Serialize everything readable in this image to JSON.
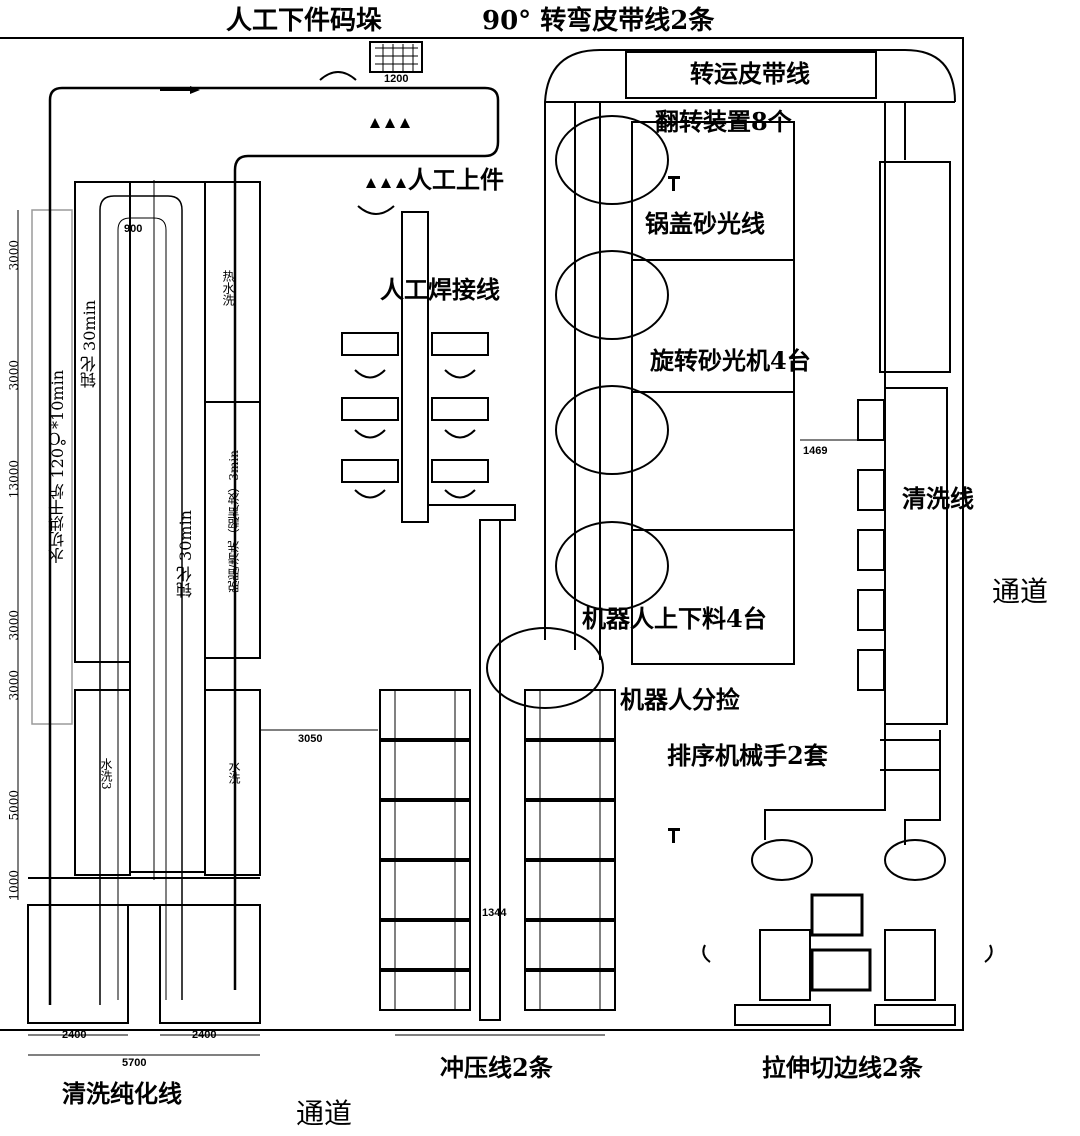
{
  "labels": {
    "top_left": "人工下件码垛",
    "top_right": "90° 转弯皮带线2条",
    "conveyor": "转运皮带线",
    "flip_device": "翻转装置8个",
    "manual_load": "人工上件",
    "lid_polish_line": "锅盖砂光线",
    "manual_weld_line": "人工焊接线",
    "rotary_polisher": "旋转砂光机4台",
    "wash_line": "清洗线",
    "channel_right": "通道",
    "robot_load": "机器人上下料4台",
    "robot_sort": "机器人分捡",
    "sort_arm": "排序机械手2套",
    "wash_passivate_line": "清洗纯化线",
    "press_line": "冲压线2条",
    "stretch_trim_line": "拉伸切边线2条",
    "channel_bottom": "通道"
  },
  "rotated_labels": {
    "dryer": "水切烘干炉  120℃*10min",
    "passivate_a": "钝化 30min",
    "passivate_b": "钝化 30min",
    "hot_water": "热水洗",
    "ultrasonic": "脱脂/清洗（超声波）3min",
    "water_3": "水洗3",
    "water_main": "水洗"
  },
  "dimensions": {
    "d1469": "1469",
    "d3050": "3050",
    "d1344": "1344",
    "d2400a": "2400",
    "d2400b": "2400",
    "d5700": "5700",
    "d1200": "1200",
    "d900": "900"
  },
  "vertical_dims": [
    "3000",
    "3000",
    "13000",
    "3000",
    "3000",
    "5000",
    "1000"
  ],
  "colors": {
    "line": "#000000",
    "background": "#ffffff",
    "muted": "#9a9a9a"
  }
}
